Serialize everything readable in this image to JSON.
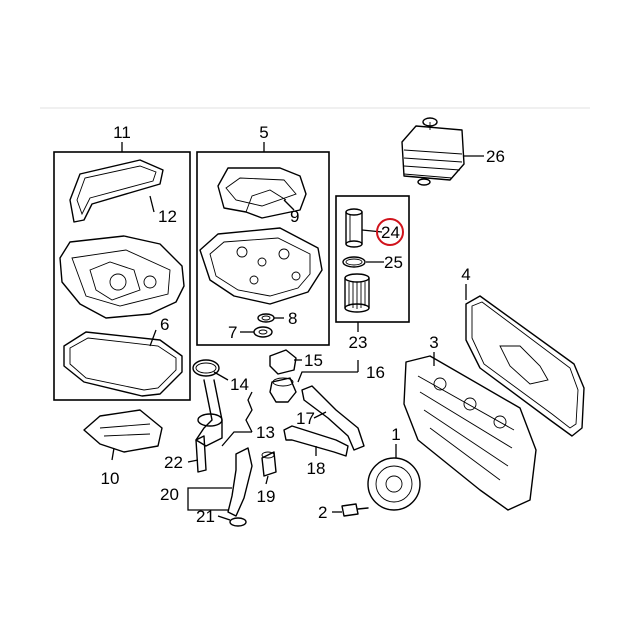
{
  "callouts": {
    "c1": "1",
    "c2": "2",
    "c3": "3",
    "c4": "4",
    "c5": "5",
    "c6": "6",
    "c7": "7",
    "c8": "8",
    "c9": "9",
    "c10": "10",
    "c11": "11",
    "c12": "12",
    "c13": "13",
    "c14": "14",
    "c15": "15",
    "c16": "16",
    "c17": "17",
    "c18": "18",
    "c19": "19",
    "c20": "20",
    "c21": "21",
    "c22": "22",
    "c23": "23",
    "c24": "24",
    "c25": "25",
    "c26": "26"
  },
  "highlighted_callout": "24",
  "colors": {
    "line": "#000000",
    "highlight": "#d0121b",
    "background": "#ffffff"
  }
}
